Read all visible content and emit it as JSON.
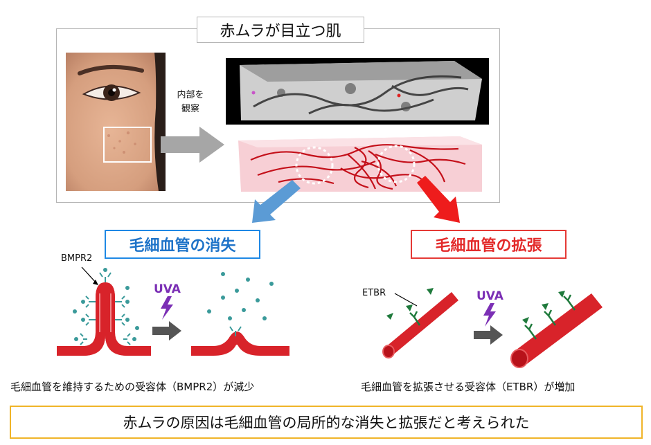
{
  "top_title": "赤ムラが目立つ肌",
  "observe_label": [
    "内部を",
    "観察"
  ],
  "heading_loss": "毛細血管の消失",
  "heading_dilation": "毛細血管の拡張",
  "receptor_left": "BMPR2",
  "receptor_right": "ETBR",
  "uva_label": "UVA",
  "caption_loss": "毛細血管を維持するための受容体（BMPR2）が減少",
  "caption_dilation": "毛細血管を拡張させる受容体（ETBR）が増加",
  "conclusion": "赤ムラの原因は毛細血管の局所的な消失と拡張だと考えられた",
  "colors": {
    "loss_blue": "#1e88e5",
    "dilation_red": "#e53935",
    "vessel_red": "#d8232a",
    "receptor_teal": "#3a9a9a",
    "receptor_green": "#1f7a3c",
    "uva_purple": "#7b2fb5",
    "conclusion_border": "#f0b428"
  }
}
